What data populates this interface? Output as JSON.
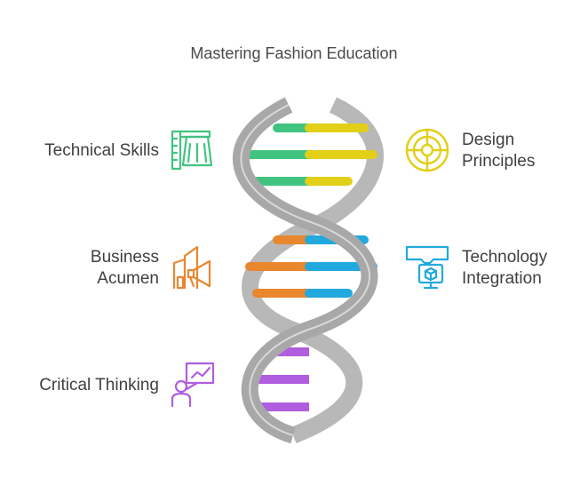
{
  "title": "Mastering Fashion Education",
  "items": [
    {
      "id": "technical-skills",
      "lines": [
        "Technical Skills"
      ],
      "side": "left",
      "color": "#41c47f",
      "icon": "fashion-sketch-ruler-icon"
    },
    {
      "id": "design-principles",
      "lines": [
        "Design",
        "Principles"
      ],
      "side": "right",
      "color": "#e2cf18",
      "icon": "target-circle-icon"
    },
    {
      "id": "business-acumen",
      "lines": [
        "Business",
        "Acumen"
      ],
      "side": "left",
      "color": "#e8872e",
      "icon": "megaphone-buildings-icon"
    },
    {
      "id": "technology-integration",
      "lines": [
        "Technology",
        "Integration"
      ],
      "side": "right",
      "color": "#22a9de",
      "icon": "vr-headset-monitor-icon"
    },
    {
      "id": "critical-thinking",
      "lines": [
        "Critical Thinking"
      ],
      "side": "left",
      "color": "#b15ddf",
      "icon": "person-presentation-chart-icon"
    }
  ],
  "colors": {
    "strand": "#a8a8a8",
    "text": "#3f3f3f",
    "title": "#4a4a4a"
  }
}
